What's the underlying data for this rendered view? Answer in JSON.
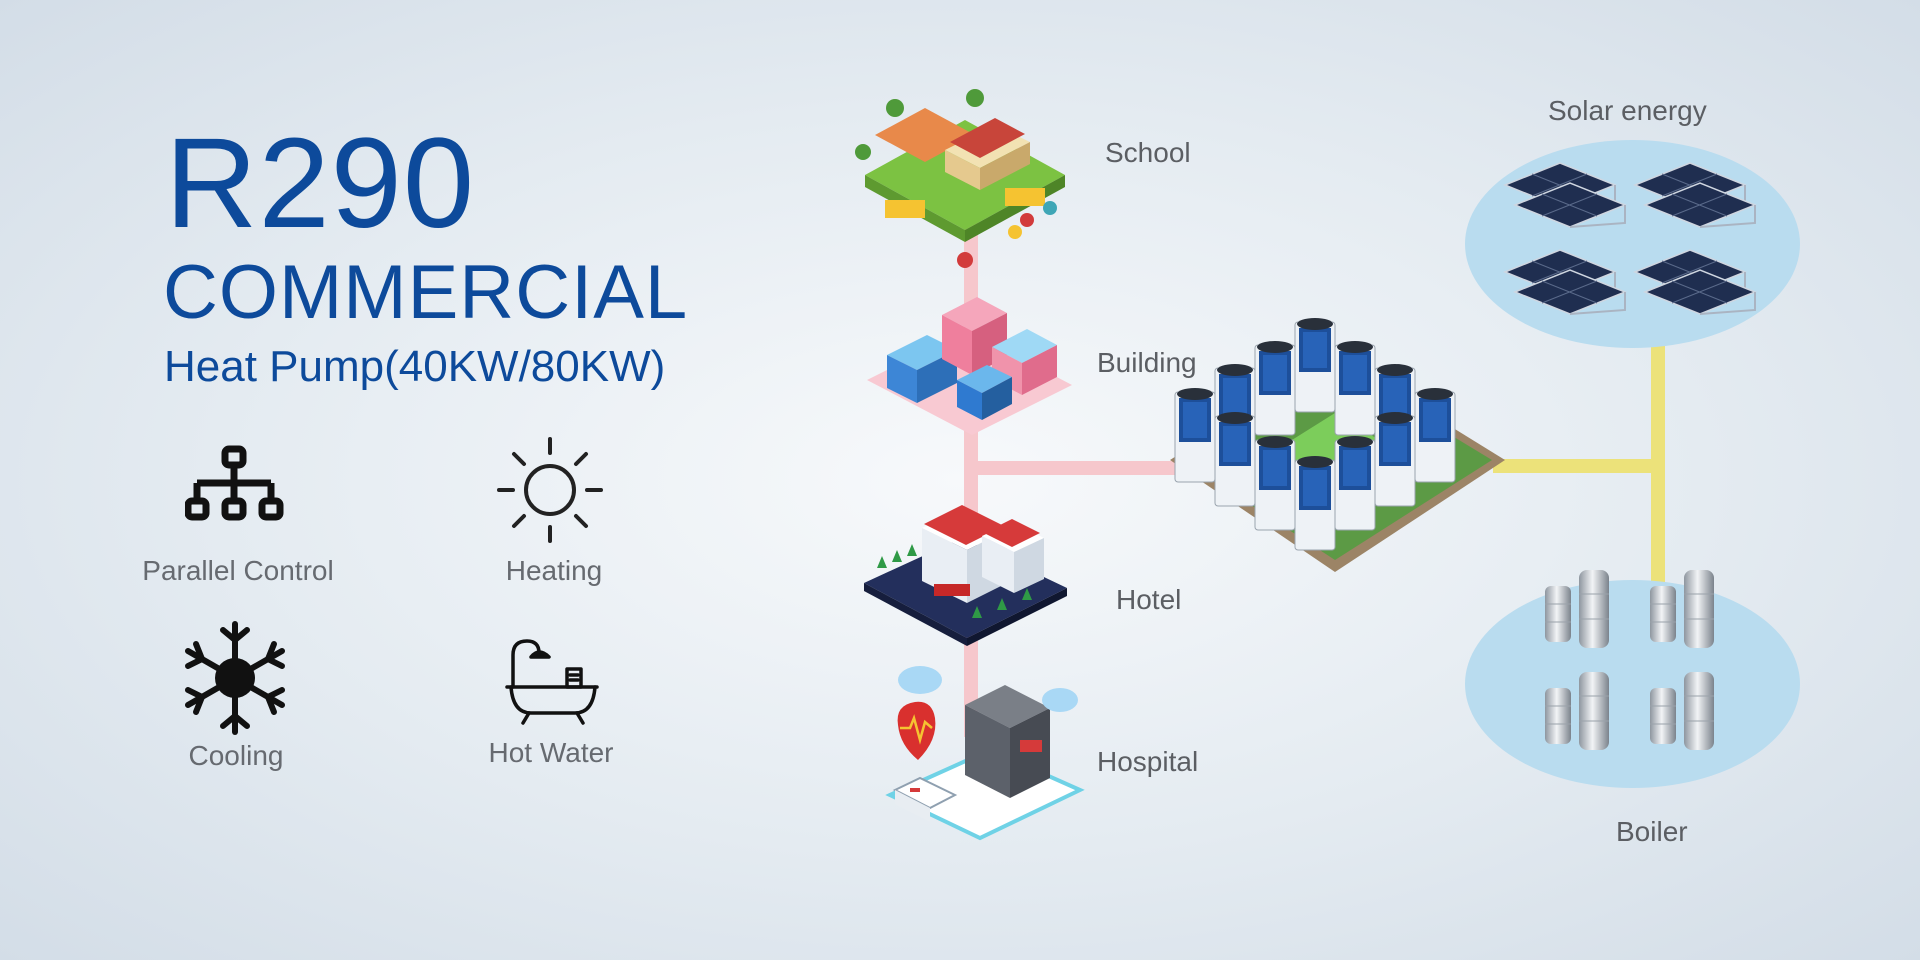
{
  "hero": {
    "model": "R290",
    "category": "COMMERCIAL",
    "product": "Heat Pump(40KW/80KW)"
  },
  "features": [
    {
      "label": "Parallel Control",
      "icon": "parallel-control-icon"
    },
    {
      "label": "Heating",
      "icon": "sun-icon"
    },
    {
      "label": "Cooling",
      "icon": "snowflake-icon"
    },
    {
      "label": "Hot Water",
      "icon": "bathtub-icon"
    }
  ],
  "applications": [
    {
      "label": "School"
    },
    {
      "label": "Building"
    },
    {
      "label": "Hotel"
    },
    {
      "label": "Hospital"
    }
  ],
  "sources": {
    "solar": "Solar energy",
    "boiler": "Boiler"
  },
  "colors": {
    "brand_blue": "#0d4a9b",
    "pink_line": "#f6c7cc",
    "yellow_line": "#ece27a",
    "ellipse": "#b9dcef"
  }
}
